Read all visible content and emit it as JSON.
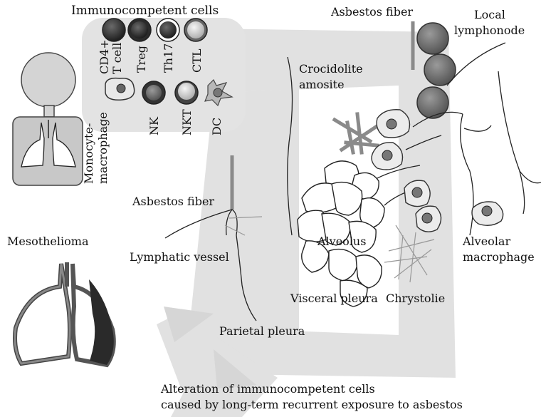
{
  "diagram": {
    "cells_panel": {
      "title": "Immunocompetent cells",
      "cells": [
        {
          "id": "cd4-tcell",
          "label_line1": "CD4+",
          "label_line2": "T cell"
        },
        {
          "id": "treg",
          "label": "Treg"
        },
        {
          "id": "th17",
          "label": "Th17"
        },
        {
          "id": "ctl",
          "label": "CTL"
        },
        {
          "id": "monocyte",
          "label_line1": "Monocyte-",
          "label_line2": "macrophage"
        },
        {
          "id": "nk",
          "label": "NK"
        },
        {
          "id": "nkt",
          "label": "NKT"
        },
        {
          "id": "dc",
          "label": "DC"
        }
      ]
    },
    "labels": {
      "asbestos_fiber_top": "Asbestos fiber",
      "local_lymphonode_1": "Local",
      "local_lymphonode_2": "lymphonode",
      "crocidolite_1": "Crocidolite",
      "crocidolite_2": "amosite",
      "asbestos_fiber_left": "Asbestos fiber",
      "lymphatic_vessel": "Lymphatic vessel",
      "mesothelioma": "Mesothelioma",
      "alveolus": "Alveolus",
      "alveolar_macrophage_1": "Alveolar",
      "alveolar_macrophage_2": "macrophage",
      "visceral_pleura": "Visceral pleura",
      "chrystolie": "Chrystolie",
      "parietal_pleura": "Parietal pleura",
      "caption_1": "Alteration of immunocompetent cells",
      "caption_2": "caused by long-term recurrent exposure to asbestos"
    },
    "colors": {
      "panel": "#e3e3e3",
      "arrow": "#dcdcdc",
      "fiber": "#8a8a8a",
      "lymph_node": "#6f6f6f",
      "tumor": "#2a2a2a"
    }
  }
}
